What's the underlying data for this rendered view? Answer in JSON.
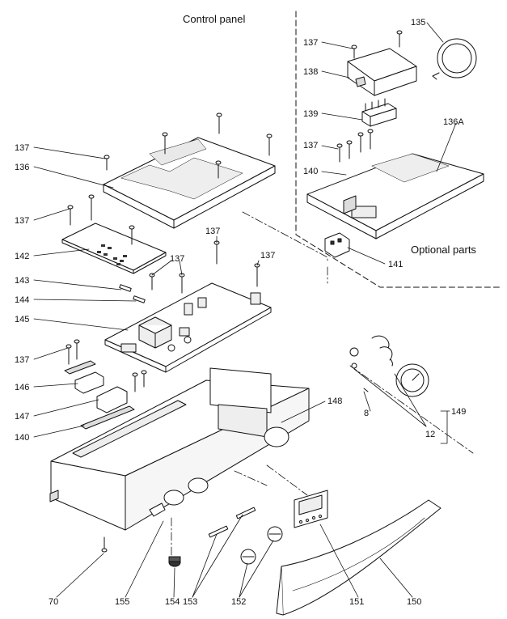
{
  "titles": {
    "control_panel": "Control panel",
    "optional_parts": "Optional parts"
  },
  "labels": {
    "p135": "135",
    "p137_opt_a": "137",
    "p138": "138",
    "p139": "139",
    "p136A": "136A",
    "p137_opt_b": "137",
    "p140_opt": "140",
    "p141": "141",
    "p137_a": "137",
    "p136": "136",
    "p137_b": "137",
    "p142": "142",
    "p137_c": "137",
    "p137_d": "137",
    "p137_e": "137",
    "p143": "143",
    "p144": "144",
    "p145": "145",
    "p137_f": "137",
    "p146": "146",
    "p147": "147",
    "p140": "140",
    "p148": "148",
    "p8": "8",
    "p149": "149",
    "p12": "12",
    "p70": "70",
    "p155": "155",
    "p154": "154",
    "p153": "153",
    "p152": "152",
    "p151": "151",
    "p150": "150"
  }
}
